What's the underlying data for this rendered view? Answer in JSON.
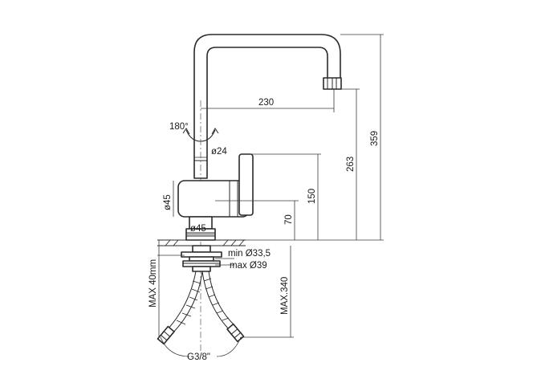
{
  "labels": {
    "rotation": "180°",
    "spout_reach": "230",
    "spout_diameter": "ø24",
    "body_diameter": "ø45",
    "base_diameter": "ø45",
    "height_70": "70",
    "height_150": "150",
    "height_263": "263",
    "height_359": "359",
    "hole_min": "min Ø33,5",
    "hole_max": "max Ø39",
    "max_thickness": "MAX 40mm",
    "hose_length": "MAX.340",
    "thread": "G3/8\""
  }
}
